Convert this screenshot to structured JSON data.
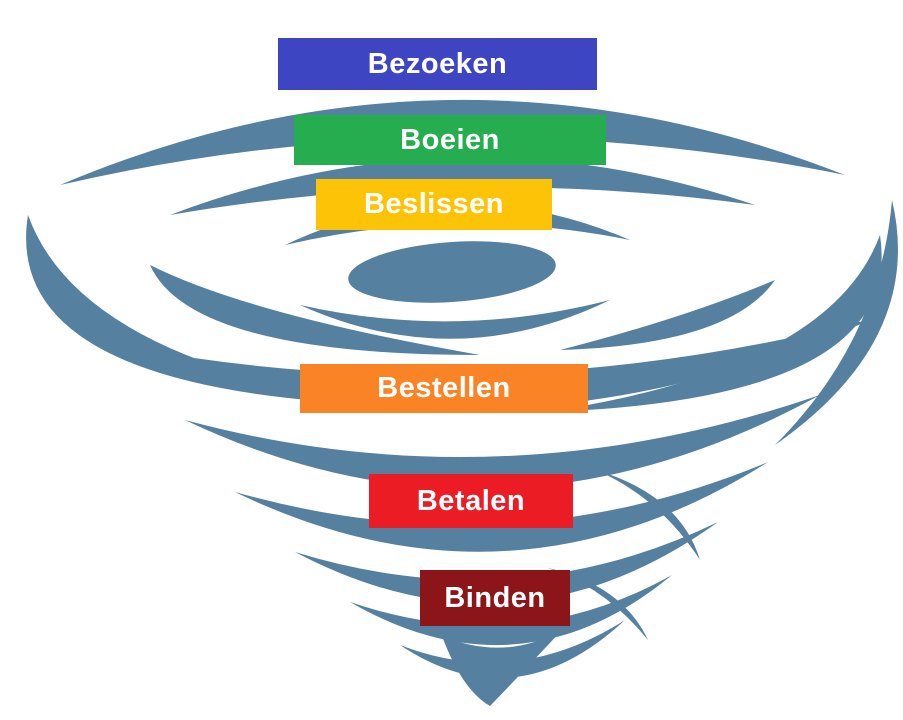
{
  "diagram": {
    "type": "marketing-funnel-tornado",
    "graphic": "tornado-icon",
    "tornado_color": "#55809f",
    "background_color": "#ffffff",
    "label_text_color": "#ffffff"
  },
  "funnel": {
    "stages": [
      {
        "label": "Bezoeken",
        "color": "#3d45c3"
      },
      {
        "label": "Boeien",
        "color": "#26ad50"
      },
      {
        "label": "Beslissen",
        "color": "#fcc307"
      },
      {
        "label": "Bestellen",
        "color": "#fa8325"
      },
      {
        "label": "Betalen",
        "color": "#eb1c24"
      },
      {
        "label": "Binden",
        "color": "#8b1518"
      }
    ]
  }
}
